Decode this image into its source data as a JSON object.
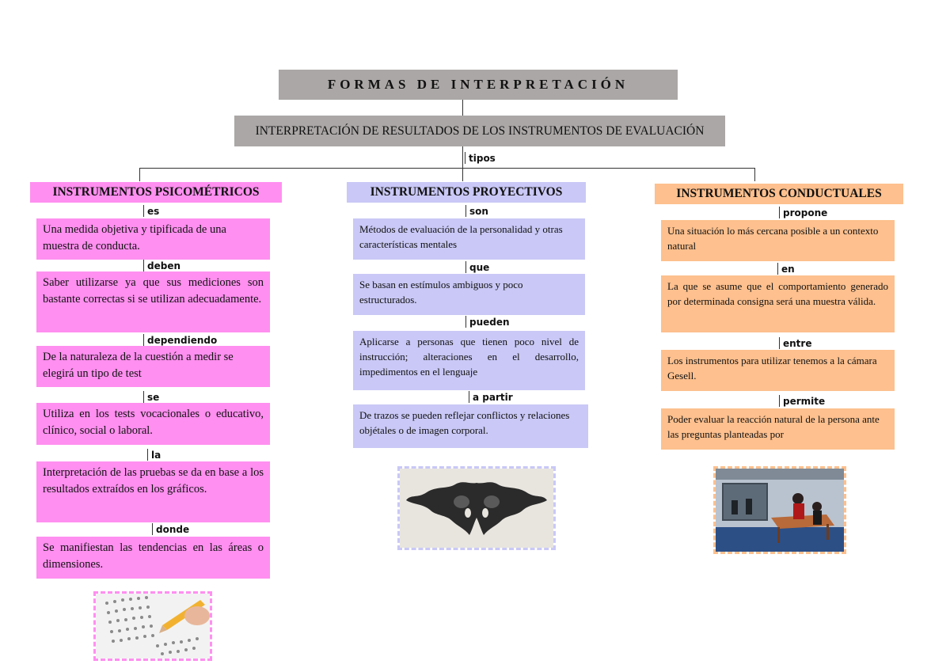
{
  "title": "FORMAS DE INTERPRETACIÓN",
  "subtitle": "INTERPRETACIÓN DE RESULTADOS DE LOS INSTRUMENTOS DE EVALUACIÓN",
  "root_connector": "tipos",
  "columns": [
    {
      "heading": "INSTRUMENTOS PSICOMÉTRICOS",
      "color": "#ff8ff0",
      "steps": [
        {
          "connector": "es",
          "text": "Una medida objetiva y tipificada de una muestra de conducta."
        },
        {
          "connector": "deben",
          "text": "Saber utilizarse ya que sus mediciones son bastante correctas si se utilizan adecuadamente."
        },
        {
          "connector": "dependiendo",
          "text": "De la naturaleza de la cuestión a medir se elegirá un tipo de test"
        },
        {
          "connector": "se",
          "text": "Utiliza en los tests vocacionales o educativo, clínico, social o laboral."
        },
        {
          "connector": "la",
          "text": "Interpretación de las pruebas se da en base a los resultados extraídos en los gráficos."
        },
        {
          "connector": "donde",
          "text": "Se manifiestan las tendencias en las áreas o dimensiones."
        }
      ],
      "image_icon": "test-sheet-pencil-image"
    },
    {
      "heading": "INSTRUMENTOS PROYECTIVOS",
      "color": "#c9c8f6",
      "steps": [
        {
          "connector": "son",
          "text": "Métodos de evaluación de la personalidad y otras características mentales"
        },
        {
          "connector": "que",
          "text": "Se basan en estímulos ambiguos y poco estructurados."
        },
        {
          "connector": "pueden",
          "text": "Aplicarse a personas que tienen poco nivel de instrucción; alteraciones en el desarrollo, impedimentos en el lenguaje"
        },
        {
          "connector": "a partir",
          "text": "De trazos se pueden reflejar conflictos y relaciones objétales o de imagen corporal."
        }
      ],
      "image_icon": "inkblot-image"
    },
    {
      "heading": "INSTRUMENTOS CONDUCTUALES",
      "color": "#fdc08e",
      "steps": [
        {
          "connector": "propone",
          "text": "Una situación lo más cercana posible a un contexto natural"
        },
        {
          "connector": "en",
          "text": "La que se asume que el comportamiento generado por determinada consigna será una muestra válida."
        },
        {
          "connector": "entre",
          "text": "Los instrumentos para utilizar tenemos a la cámara Gesell."
        },
        {
          "connector": "permite",
          "text": "Poder evaluar la reacción natural de la persona ante las preguntas planteadas por"
        }
      ],
      "image_icon": "gesell-chamber-photo"
    }
  ]
}
